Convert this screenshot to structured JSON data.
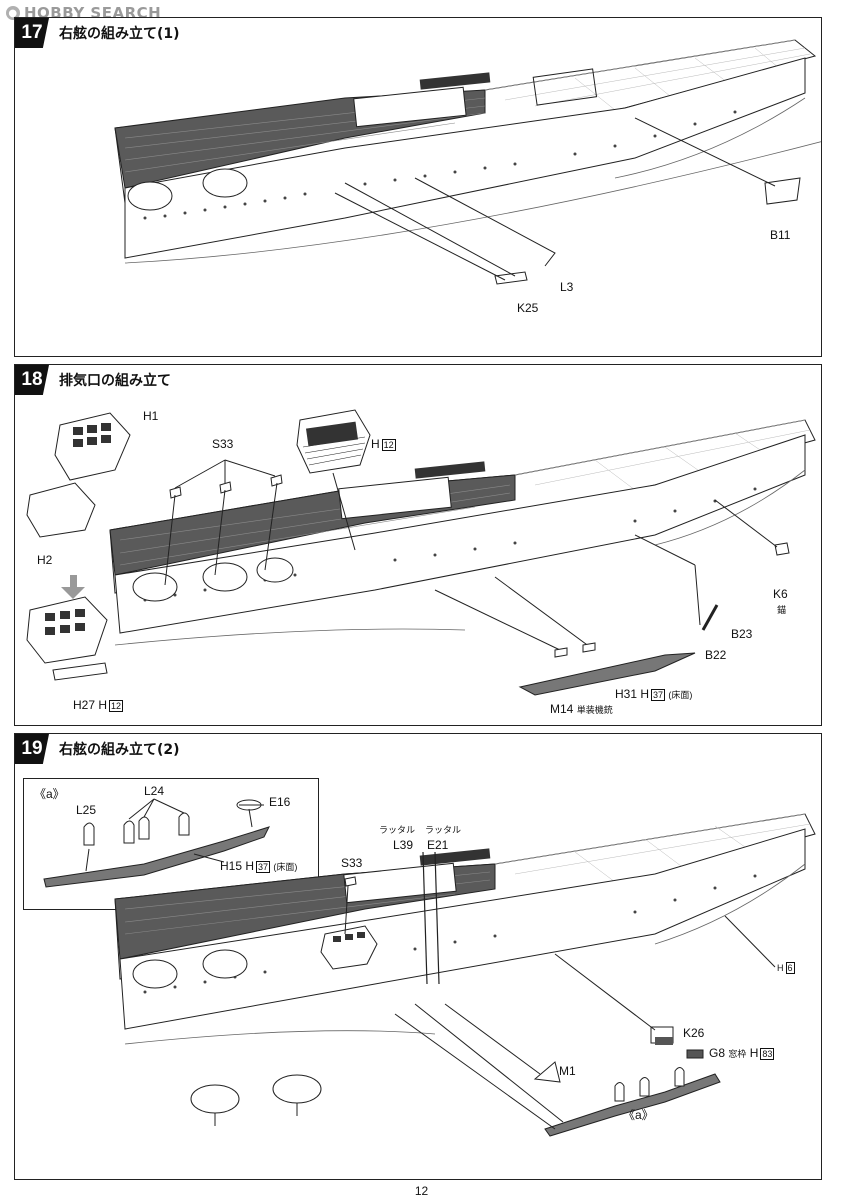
{
  "watermark": "HOBBY SEARCH",
  "page_number": "12",
  "steps": {
    "s17": {
      "number": "17",
      "title": "右舷の組み立て(1)",
      "labels": {
        "b11": "B11",
        "l3": "L3",
        "k25": "K25"
      }
    },
    "s18": {
      "number": "18",
      "title": "排気口の組み立て",
      "labels": {
        "h1": "H1",
        "h2": "H2",
        "h27": "H27",
        "h12a": "H",
        "h12a_box": "12",
        "h27h": "H",
        "h27h_box": "12",
        "s33": "S33",
        "k6": "K6",
        "k6_note": "錨",
        "b23": "B23",
        "b22": "B22",
        "h31": "H31",
        "h31h": "H",
        "h31_box": "37",
        "h31_note": "(床面)",
        "m14": "M14",
        "m14_note": "単装機銃"
      }
    },
    "s19": {
      "number": "19",
      "title": "右舷の組み立て(2)",
      "inset": {
        "tag": "《a》",
        "l25": "L25",
        "l24": "L24",
        "e16": "E16",
        "h15": "H15",
        "h15h": "H",
        "h15_box": "37",
        "h15_note": "(床面)"
      },
      "labels": {
        "s33": "S33",
        "latl1": "ラッタル",
        "latl2": "ラッタル",
        "l39": "L39",
        "e21": "E21",
        "h6": "H",
        "h6_box": "6",
        "k26": "K26",
        "g8": "G8",
        "g8_note": "窓枠",
        "g8h": "H",
        "g8_box": "83",
        "m1": "M1",
        "a_ref": "《a》"
      }
    }
  }
}
